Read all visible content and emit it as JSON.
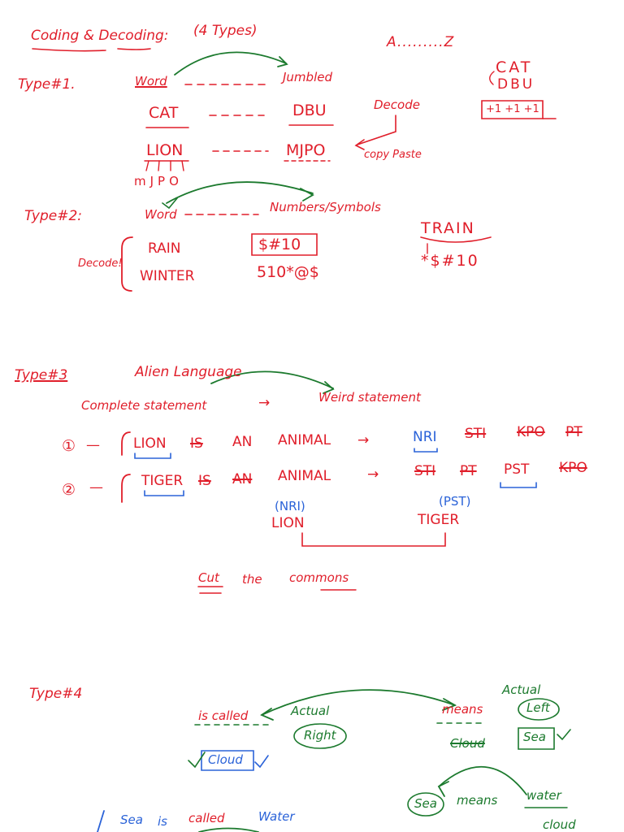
{
  "colors": {
    "red": "#e01e2a",
    "blue": "#2b63d8",
    "green": "#1c7a2e"
  },
  "header": {
    "title": "Coding & Decoding:",
    "types_note": "(4 Types)",
    "alphabet_range": "A.........Z"
  },
  "type1": {
    "label": "Type#1.",
    "word": "Word",
    "jumbled": "Jumbled",
    "ex1_word": "CAT",
    "ex1_code": "DBU",
    "decode": "Decode",
    "ex2_word": "LION",
    "ex2_code": "MJPO",
    "ex2_letters": "mJPO",
    "copy_paste": "copy Paste",
    "side_word": "CAT",
    "side_code": "DBU",
    "side_shift": "+1 +1 +1"
  },
  "type2": {
    "label": "Type#2:",
    "word": "Word",
    "symbols": "Numbers/Symbols",
    "decode": "Decode!",
    "w1": "RAIN",
    "w2": "WINTER",
    "c1": "$#10",
    "c2": "510*@$",
    "train": "TRAIN",
    "train_code": "*$#10"
  },
  "type3": {
    "label": "Type#3",
    "title": "Alien Language",
    "complete": "Complete statement",
    "arrow": "→",
    "weird": "Weird statement",
    "n1": "①",
    "n2": "②",
    "dash": "—",
    "s1": [
      "LION",
      "IS",
      "AN",
      "ANIMAL"
    ],
    "c1": [
      "NRI",
      "STI",
      "KPO",
      "PT"
    ],
    "s2": [
      "TIGER",
      "IS",
      "AN",
      "ANIMAL"
    ],
    "c2": [
      "STI",
      "PT",
      "PST",
      "KPO"
    ],
    "lion_code": "(NRI)",
    "lion": "LION",
    "tiger_code": "(PST)",
    "tiger": "TIGER",
    "cut": "Cut",
    "the": "the",
    "commons": "commons"
  },
  "type4": {
    "label": "Type#4",
    "is_called": "is called",
    "actual1": "Actual",
    "right": "Right",
    "cloud": "Cloud",
    "means": "means",
    "actual2": "Actual",
    "left": "Left",
    "sea": "Sea",
    "cloud_strike": "Cloud",
    "sea2": "Sea",
    "means2": "means",
    "water": "water",
    "bottom_sea": "Sea",
    "bottom_is": "is",
    "bottom_called": "called",
    "bottom_water": "Water",
    "bottom_cloud": "cloud"
  }
}
